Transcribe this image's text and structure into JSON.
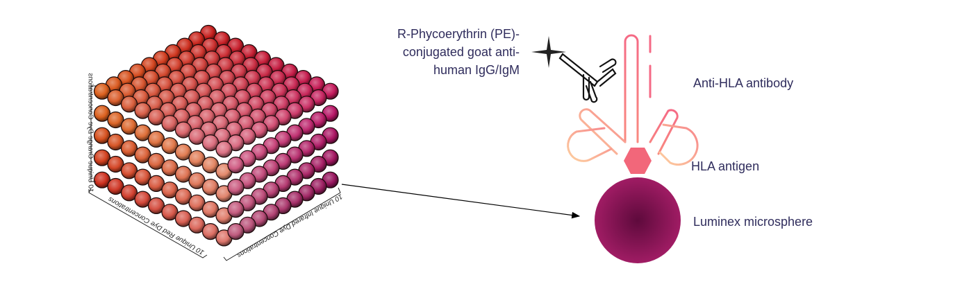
{
  "cube": {
    "axis_left": "10 Unique Orange Dye Concentrations",
    "axis_bottom_left": "10 Unique Red Dye Concentrations",
    "axis_bottom_right": "10 Unique Infrared Dye Concentrations",
    "colors": {
      "orange": "#e0701e",
      "red": "#c8201e",
      "magenta": "#c2186a",
      "light": "#e9a5a0"
    }
  },
  "labels": {
    "pe_line1": "R-Phycoerythrin (PE)-",
    "pe_line2": "conjugated goat anti-",
    "pe_line3": "human IgG/IgM",
    "antibody": "Anti-HLA antibody",
    "antigen": "HLA antigen",
    "microsphere": "Luminex microsphere"
  },
  "colors": {
    "text": "#2f2c5c",
    "antibody_pink": "#f56a85",
    "antibody_peach": "#fcc08f",
    "antigen": "#f2677a",
    "sphere_dark": "#5e0a3c",
    "sphere": "#9c1a62"
  }
}
